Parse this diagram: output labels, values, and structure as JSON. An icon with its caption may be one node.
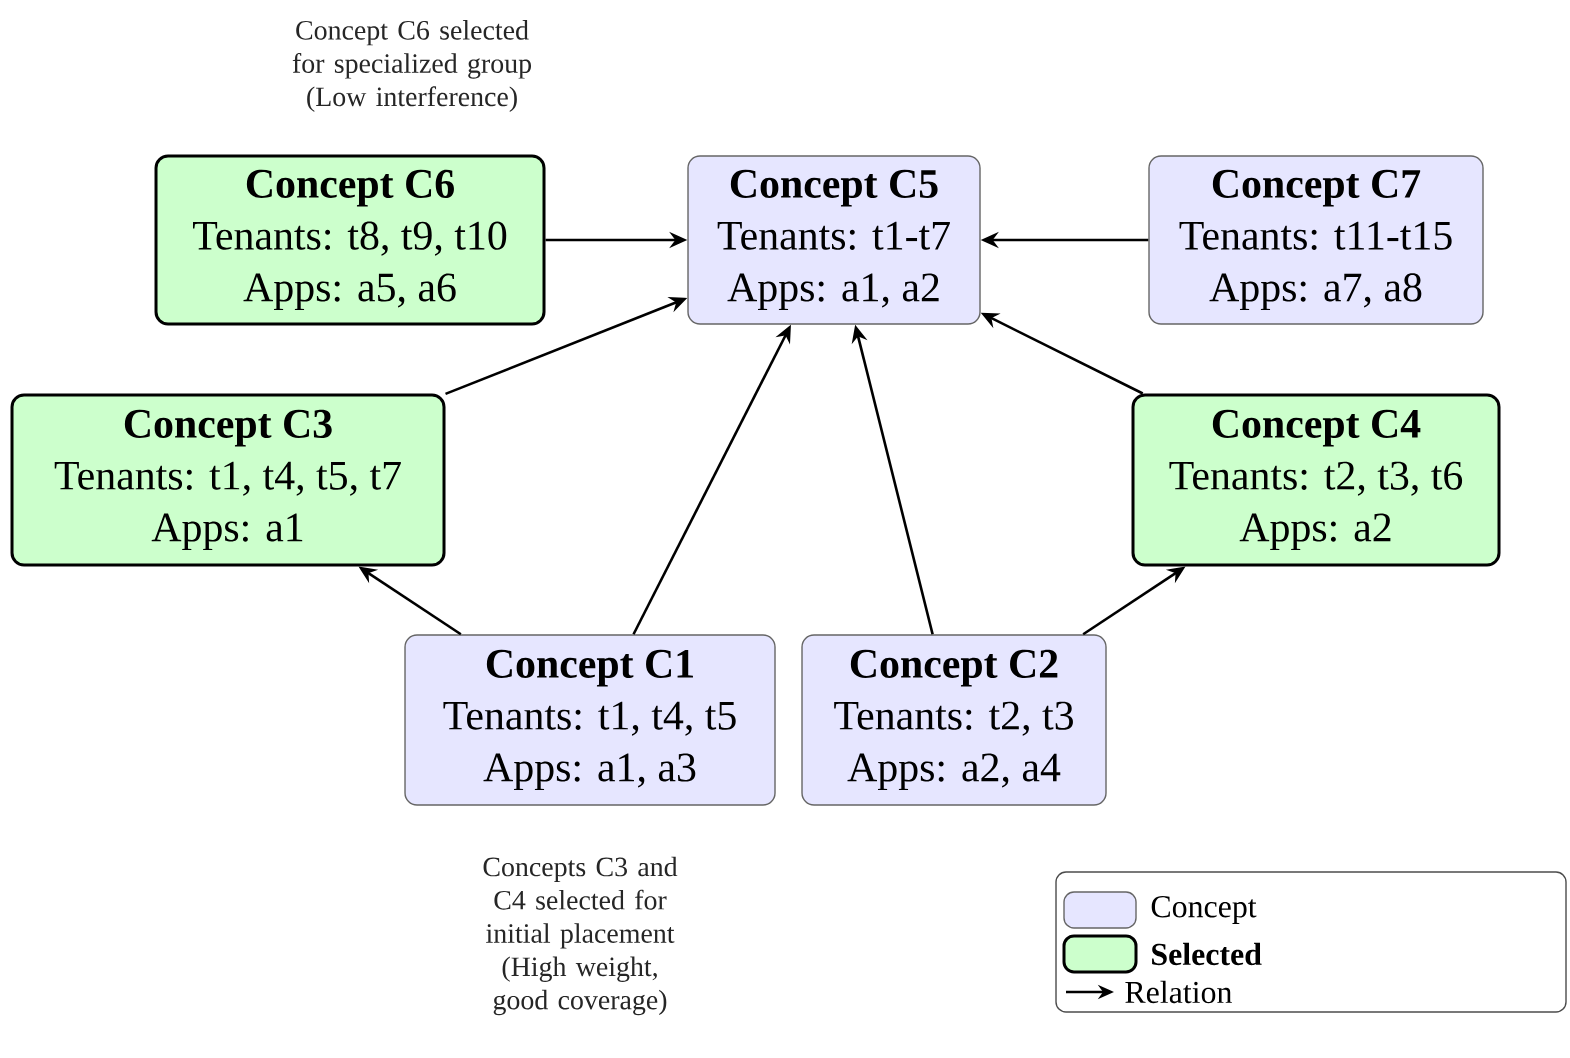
{
  "diagram": {
    "nodes": [
      {
        "text": [
          "Concept C6",
          "Tenants: t8, t9, t10",
          "Apps: a5, a6"
        ]
      },
      {
        "text": [
          "Concept C5",
          "Tenants: t1-t7",
          "Apps: a1, a2"
        ]
      },
      {
        "text": [
          "Concept C7",
          "Tenants: t11-t15",
          "Apps: a7, a8"
        ]
      },
      {
        "text": [
          "Concept C3",
          "Tenants: t1, t4, t5, t7",
          "Apps: a1"
        ]
      },
      {
        "text": [
          "Concept C4",
          "Tenants: t2, t3, t6",
          "Apps: a2"
        ]
      },
      {
        "text": [
          "Concept C1",
          "Tenants: t1, t4, t5",
          "Apps: a1, a3"
        ]
      },
      {
        "text": [
          "Concept C2",
          "Tenants: t2, t3",
          "Apps: a2, a4"
        ]
      }
    ],
    "edges": [
      {
        "from": 0,
        "to": 1,
        "arrow": "to"
      },
      {
        "from": 2,
        "to": 1,
        "arrow": "to"
      },
      {
        "from": 3,
        "to": 1,
        "arrow": "to"
      },
      {
        "from": 4,
        "to": 1,
        "arrow": "to"
      },
      {
        "from": 5,
        "to": 3,
        "arrow": "to"
      },
      {
        "from": 5,
        "to": 1,
        "arrow": "to"
      },
      {
        "from": 6,
        "to": 1,
        "arrow": "to"
      },
      {
        "from": 6,
        "to": 4,
        "arrow": "to"
      }
    ],
    "labels": [
      "Concept C6 selected for specialized group (Low interference)",
      "Concepts C3 and C4 selected for initial placement (High weight, good coverage)"
    ],
    "legend": [
      {
        "text": "Concept",
        "color": "#e6e6ff"
      },
      {
        "text": "Selected",
        "color": "#ccffcc"
      },
      {
        "text": "Relation"
      }
    ]
  }
}
